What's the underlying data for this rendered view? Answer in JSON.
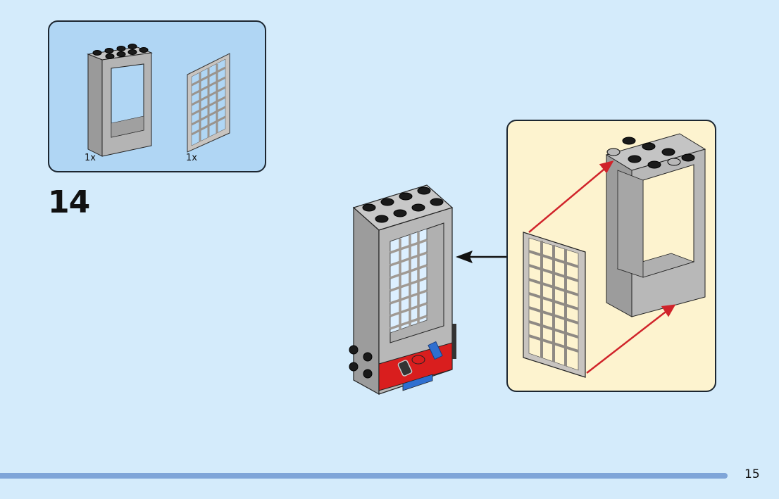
{
  "parts_list": {
    "items": [
      {
        "name": "door-frame-1x4x6",
        "quantity": "1x"
      },
      {
        "name": "lattice-door-panel",
        "quantity": "1x"
      }
    ]
  },
  "step": {
    "number": "14"
  },
  "callout": {
    "description": "Insert lattice panel into door frame"
  },
  "footer": {
    "page_number": "15"
  },
  "colors": {
    "background": "#d4ebfb",
    "parts_box": "#b0d6f4",
    "callout_bg": "#fdf3cf",
    "brick_grey": "#a8a8a8",
    "stud_black": "#1a1a1a",
    "arrow_red": "#d0232a",
    "red_brick": "#d91e1e",
    "blue_brick": "#2f6fd0",
    "footer_bar": "#7fa5d8"
  }
}
